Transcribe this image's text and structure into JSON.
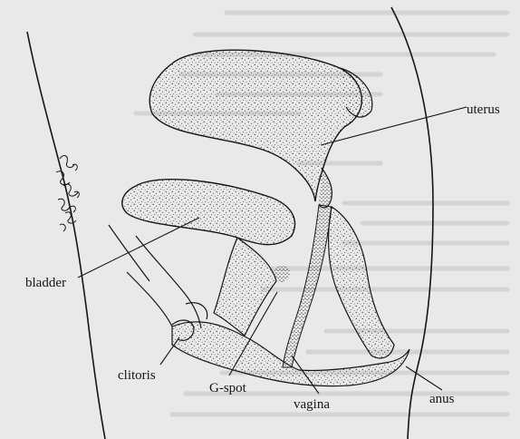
{
  "labels": {
    "uterus": "uterus",
    "bladder": "bladder",
    "clitoris": "clitoris",
    "g_spot": "G-spot",
    "vagina": "vagina",
    "anus": "anus"
  },
  "colors": {
    "paper": "#e9e9e9",
    "ink": "#151515",
    "faint_text": "#b9b9b9"
  }
}
